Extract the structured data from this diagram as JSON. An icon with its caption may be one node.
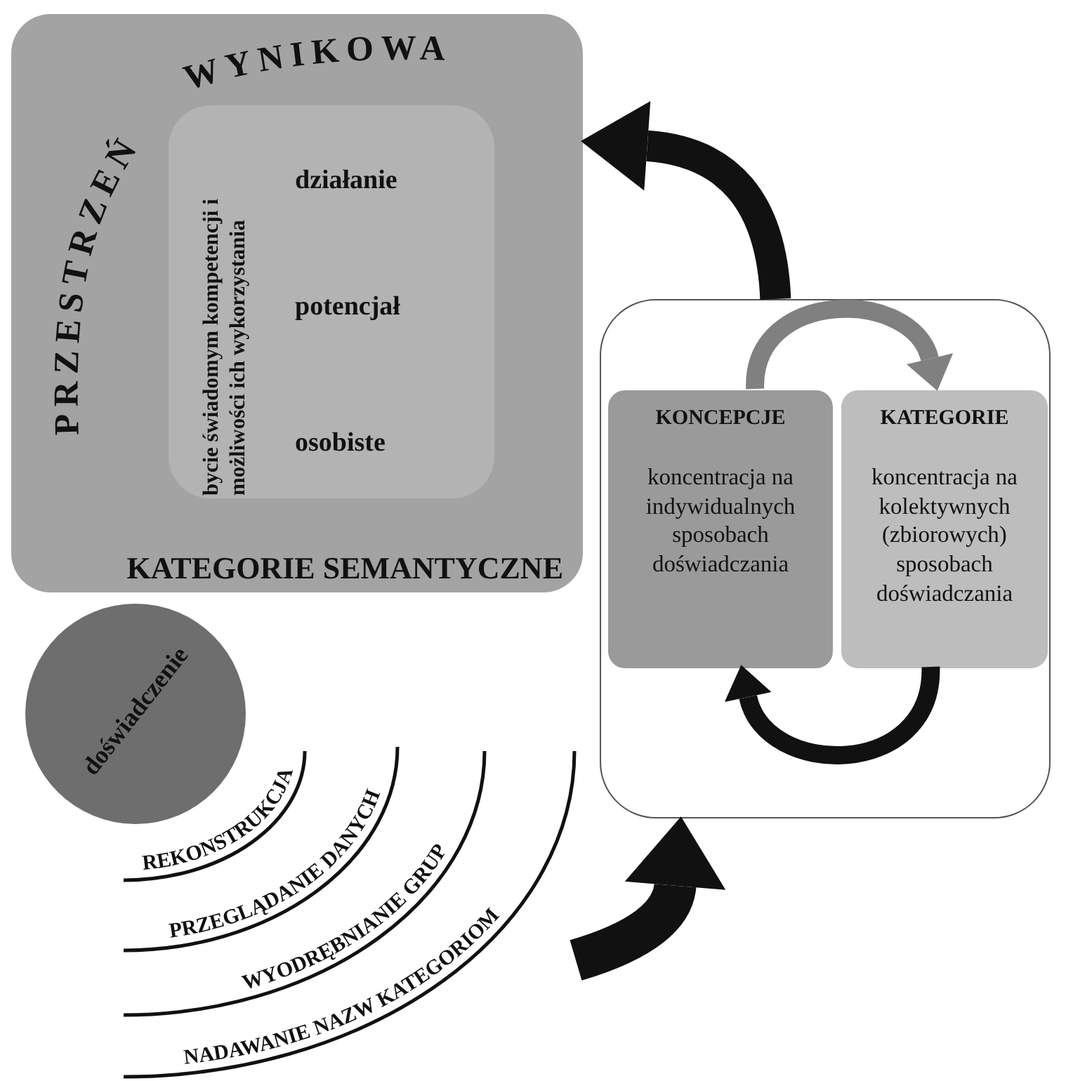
{
  "diagram": {
    "nodes": [
      {
        "text": [
          "PRZESTRZEŃ",
          "WYNIKOWA",
          "KATEGORIE SEMANTYCZNE"
        ]
      },
      {
        "text": [
          "bycie świadomym kompetencji i możliwości ich wykorzystania",
          "działanie",
          "potencjał",
          "osobiste"
        ],
        "in": 0
      },
      {
        "text": [],
        "shape": "box"
      },
      {
        "text": [
          "KONCEPCJE",
          "koncentracja na indywidualnych sposobach doświadczania"
        ],
        "in": 2
      },
      {
        "text": [
          "KATEGORIE",
          "koncentracja na kolektywnych (zbiorowych) sposobach doświadczania"
        ],
        "in": 2
      },
      {
        "text": [
          "doświadczenie"
        ]
      }
    ],
    "edges": [
      {
        "from": null,
        "to": 2,
        "arrow": "to",
        "style": "thick"
      },
      {
        "from": 2,
        "to": 0,
        "arrow": "to"
      },
      {
        "from": 3,
        "to": 4,
        "arrow": "to",
        "color": "#808080"
      },
      {
        "from": 4,
        "to": 3,
        "arrow": "to"
      }
    ],
    "labels": [
      "REKONSTRUKCJA",
      "PRZEGLĄDANIE DANYCH",
      "WYODRĘBNIANIE GRUP",
      "NADAWANIE NAZW KATEGORIOM"
    ]
  }
}
